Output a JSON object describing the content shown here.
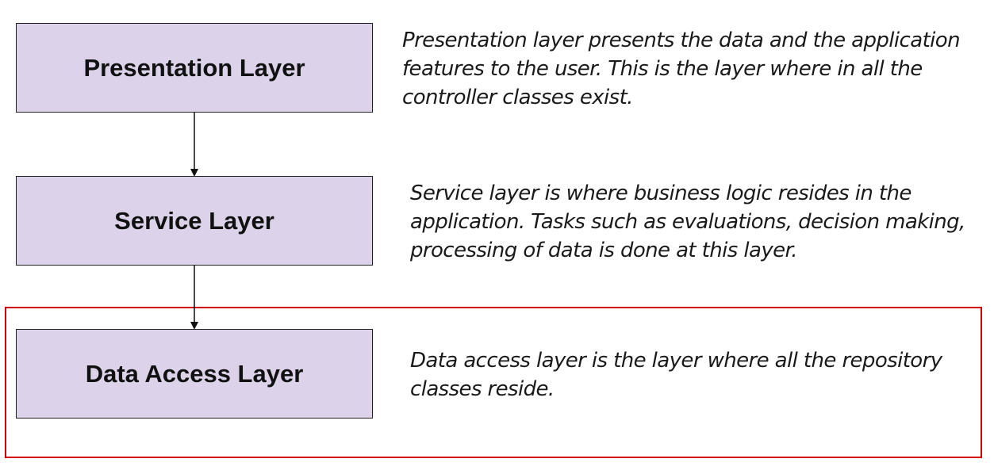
{
  "diagram": {
    "layers": [
      {
        "label": "Presentation Layer",
        "description": "Presentation layer presents the data and the application features to the user. This is the layer where in all the controller classes exist."
      },
      {
        "label": "Service Layer",
        "description": "Service layer is where business logic resides in the application. Tasks such as evaluations, decision making, processing of data is done at this layer."
      },
      {
        "label": "Data Access Layer",
        "description": "Data access layer is the layer where all the repository classes reside."
      }
    ],
    "box_fill_color": "#dcd3ea",
    "highlight_color": "#d40000"
  }
}
